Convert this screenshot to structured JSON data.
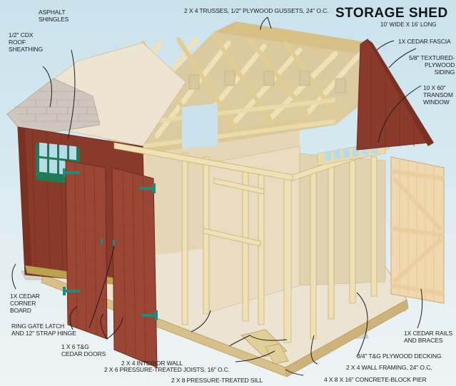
{
  "header": {
    "title": "STORAGE SHED",
    "subtitle": "10' WIDE X 16' LONG"
  },
  "colors": {
    "sky": "#c9e2ec",
    "siding_red": "#8a3a2a",
    "lumber": "#e8d6a4",
    "lumber_shadow": "#c9b27a",
    "shingle": "#cfc6be",
    "hardware_teal": "#1f8a7d",
    "window_green": "#1f7a55",
    "concrete": "#cfcfcd"
  },
  "callouts": {
    "asphalt_shingles": "ASPHALT\nSHINGLES",
    "roof_sheathing": "1/2\" CDX\nROOF\nSHEATHING",
    "trusses": "2 X 4 TRUSSES, 1/2\" PLYWOOD GUSSETS, 24\" O.C.",
    "cedar_fascia": "1X CEDAR FASCIA",
    "plywood_siding": "5/8\" TEXTURED-\nPLYWOOD\nSIDING",
    "transom_window": "10 X 60\"\nTRANSOM\nWINDOW",
    "corner_board": "1X CEDAR\nCORNER\nBOARD",
    "gate_latch": "RING GATE LATCH\nAND 12\" STRAP HINGE",
    "cedar_doors": "1 X 6 T&G\nCEDAR DOORS",
    "interior_wall": "2 X 4 INTERIOR WALL",
    "floor_joists": "2 X 6 PRESSURE-TREATED JOISTS, 16\" O.C.",
    "sill": "2 X 8 PRESSURE-TREATED SILL",
    "rails_braces": "1X CEDAR RAILS\nAND BRACES",
    "decking": "3/4\" T&G PLYWOOD DECKING",
    "wall_framing": "2 X 4 WALL FRAMING, 24\" O.C.",
    "block_pier": "4 X 8 X 16\" CONCRETE-BLOCK PIER"
  }
}
